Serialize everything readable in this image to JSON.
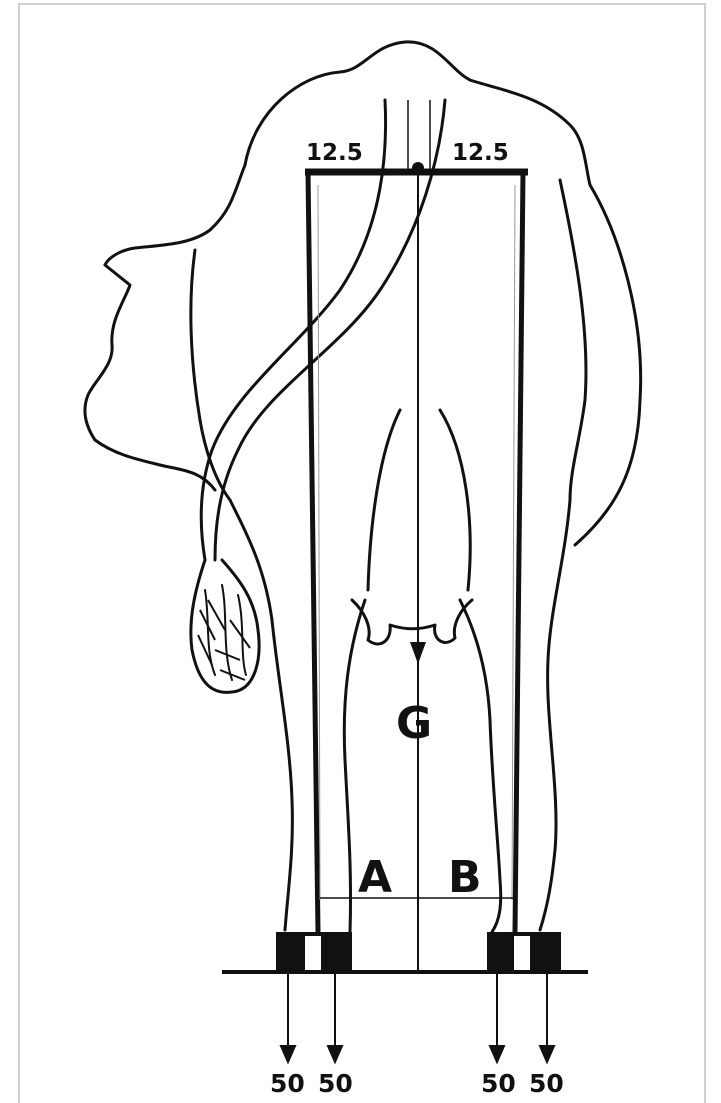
{
  "diagram": {
    "top_dimensions": [
      "12.5",
      "12.5"
    ],
    "center_label": "G",
    "leg_labels": [
      "A",
      "B"
    ],
    "hoof_loads": [
      "50",
      "50",
      "50",
      "50"
    ],
    "colors": {
      "ink": "#111111",
      "frame": "#cfcfcf",
      "background": "#ffffff"
    }
  }
}
